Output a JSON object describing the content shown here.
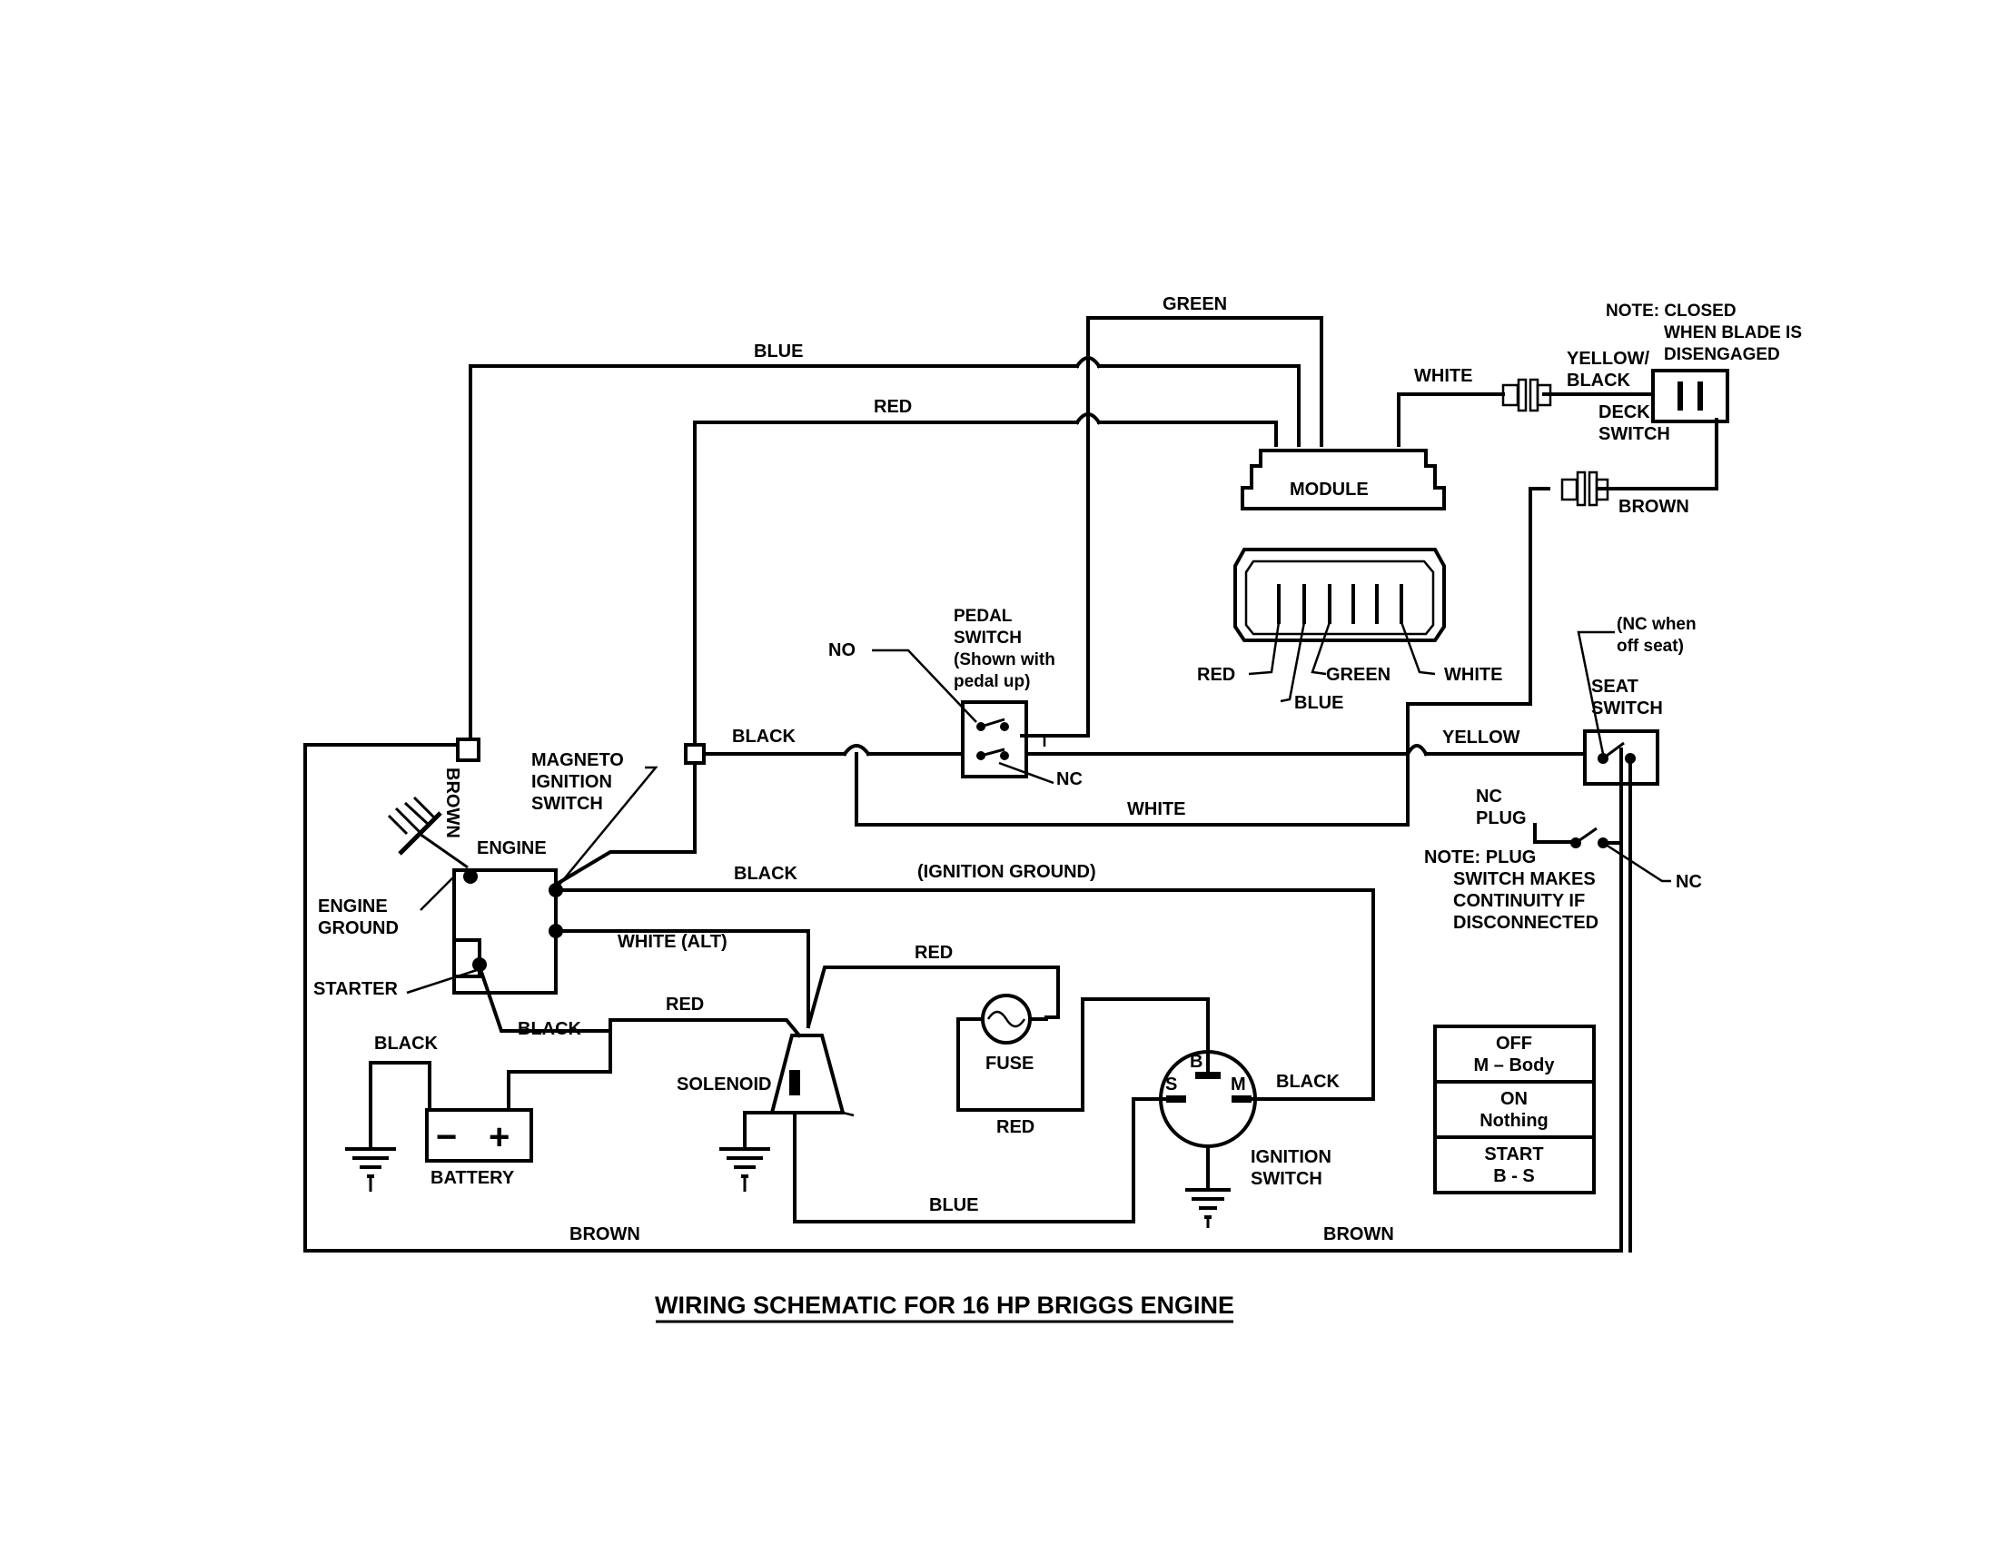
{
  "title": "WIRING SCHEMATIC FOR 16 HP BRIGGS ENGINE",
  "wires": {
    "blue_top": "BLUE",
    "red_top": "RED",
    "green_top": "GREEN",
    "brown_vertical": "BROWN",
    "black_mid": "BLACK",
    "white_mid": "WHITE",
    "yellow": "YELLOW",
    "black_ignition": "BLACK",
    "ignition_ground": "(IGNITION GROUND)",
    "white_alt": "WHITE (ALT)",
    "red_fuse": "RED",
    "red_solenoid": "RED",
    "black_starter": "BLACK",
    "black_battery": "BLACK",
    "red_fuse_bottom": "RED",
    "black_switch": "BLACK",
    "blue_bottom": "BLUE",
    "brown_bottom_left": "BROWN",
    "brown_bottom_right": "BROWN",
    "white_deck": "WHITE",
    "yellow_black_1": "YELLOW/",
    "yellow_black_2": "BLACK",
    "brown_deck": "BROWN"
  },
  "components": {
    "module": "MODULE",
    "connector_red": "RED",
    "connector_green": "GREEN",
    "connector_blue": "BLUE",
    "connector_white": "WHITE",
    "pedal_switch": [
      "PEDAL",
      "SWITCH",
      "(Shown with",
      "pedal up)"
    ],
    "pedal_no": "NO",
    "pedal_nc": "NC",
    "magneto": [
      "MAGNETO",
      "IGNITION",
      "SWITCH"
    ],
    "engine": "ENGINE",
    "engine_ground": [
      "ENGINE",
      "GROUND"
    ],
    "starter": "STARTER",
    "battery": "BATTERY",
    "battery_minus": "−",
    "battery_plus": "+",
    "solenoid": "SOLENOID",
    "fuse": "FUSE",
    "ign_switch": [
      "IGNITION",
      "SWITCH"
    ],
    "ign_b": "B",
    "ign_s": "S",
    "ign_m": "M",
    "seat_switch": [
      "SEAT",
      "SWITCH"
    ],
    "seat_nc": [
      "(NC when",
      "off seat)"
    ],
    "nc_plug": [
      "NC",
      "PLUG"
    ],
    "plug_nc": "NC",
    "plug_note": [
      "NOTE:  PLUG",
      "SWITCH MAKES",
      "CONTINUITY IF",
      "DISCONNECTED"
    ],
    "deck_switch": [
      "DECK",
      "SWITCH"
    ],
    "deck_note": [
      "NOTE:  CLOSED",
      "WHEN BLADE IS",
      "DISENGAGED"
    ]
  },
  "switch_table": [
    {
      "state": "OFF",
      "contacts": "M – Body"
    },
    {
      "state": "ON",
      "contacts": "Nothing"
    },
    {
      "state": "START",
      "contacts": "B - S"
    }
  ]
}
